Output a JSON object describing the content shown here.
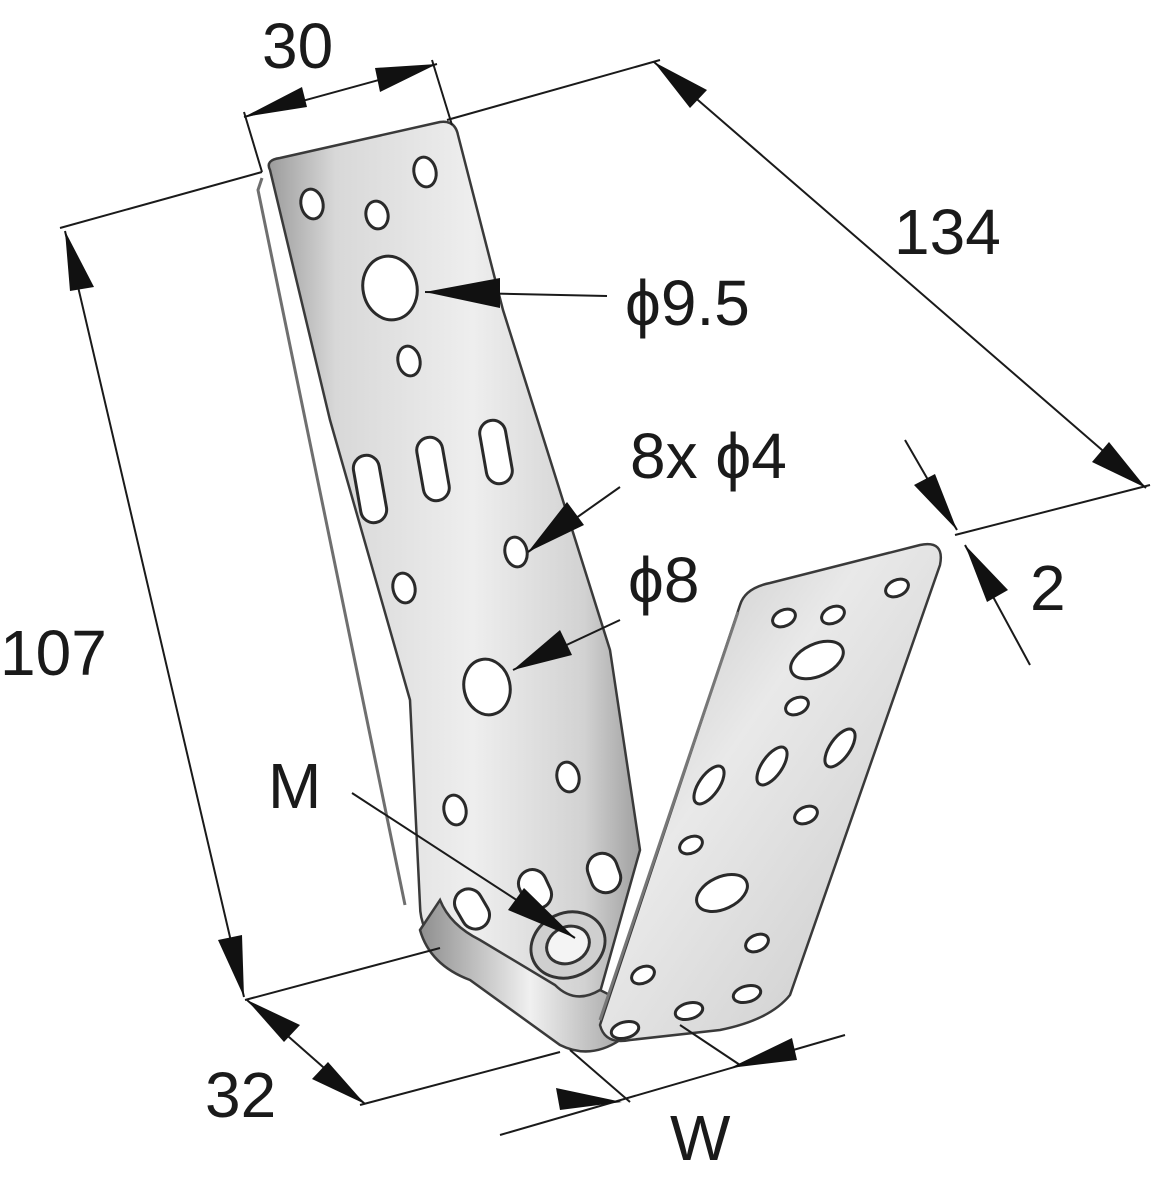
{
  "labels": {
    "width_top": "30",
    "length_diag": "134",
    "hole_large": "ϕ9.5",
    "holes_small": "8x ϕ4",
    "hole_medium": "ϕ8",
    "thickness": "2",
    "height": "107",
    "mark_m": "M",
    "width_bottom": "32",
    "width_w": "W"
  },
  "colors": {
    "plate_light": "#e6e6e6",
    "plate_dark": "#a8a8a8",
    "line": "#1a1a1a"
  }
}
